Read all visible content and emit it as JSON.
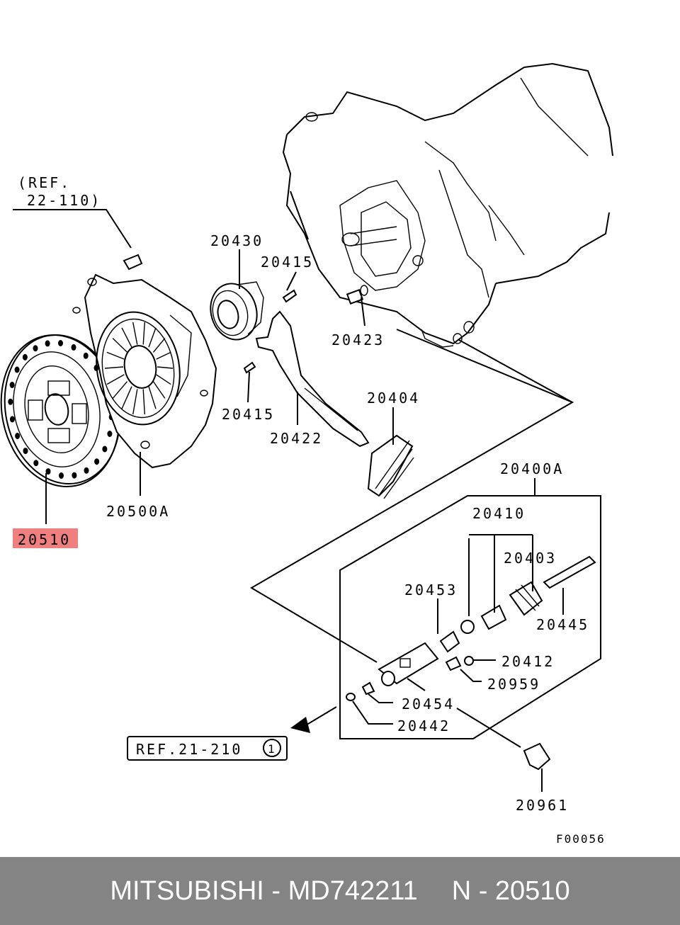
{
  "diagram": {
    "figure_code": "F00056",
    "highlight_color": "#f08080",
    "refs": {
      "top_line1": "(REF.",
      "top_line2": "22-110)",
      "bottom": "REF.21-210",
      "bottom_circle": "1"
    },
    "labels": {
      "p20430": "20430",
      "p20415a": "20415",
      "p20423": "20423",
      "p20415b": "20415",
      "p20422": "20422",
      "p20404": "20404",
      "p20400A": "20400A",
      "p20500A": "20500A",
      "p20510": "20510",
      "p20410": "20410",
      "p20403": "20403",
      "p20453": "20453",
      "p20445": "20445",
      "p20412": "20412",
      "p20959": "20959",
      "p20454": "20454",
      "p20442": "20442",
      "p20961": "20961"
    }
  },
  "footer": {
    "brand_part": "MITSUBISHI - MD742211",
    "ref": "N - 20510",
    "background": "#848484"
  }
}
